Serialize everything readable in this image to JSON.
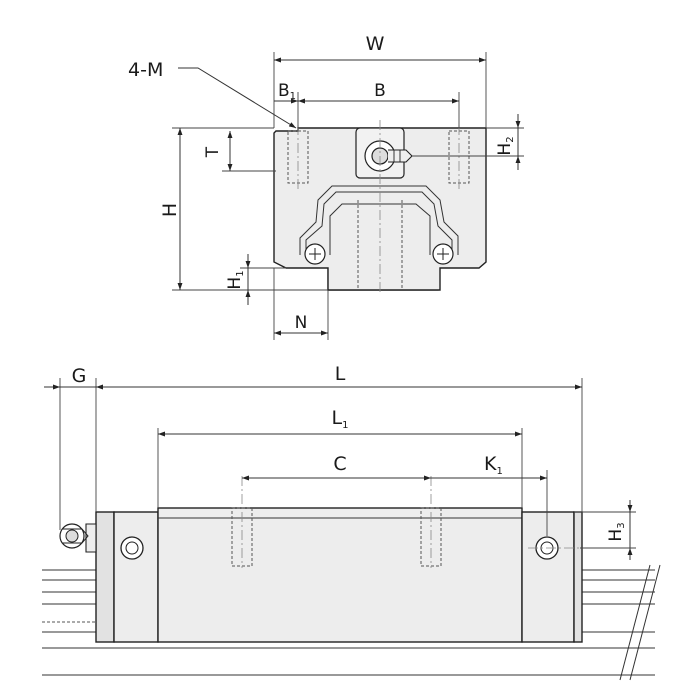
{
  "labels": {
    "W": "W",
    "M": "4-M",
    "B1": "B",
    "B1_sub": "1",
    "B": "B",
    "T": "T",
    "H": "H",
    "H2": "H",
    "H2_sub": "2",
    "H1": "H",
    "H1_sub": "1",
    "N": "N",
    "G": "G",
    "L": "L",
    "L1": "L",
    "L1_sub": "1",
    "C": "C",
    "K1": "K",
    "K1_sub": "1",
    "H3": "H",
    "H3_sub": "3"
  }
}
